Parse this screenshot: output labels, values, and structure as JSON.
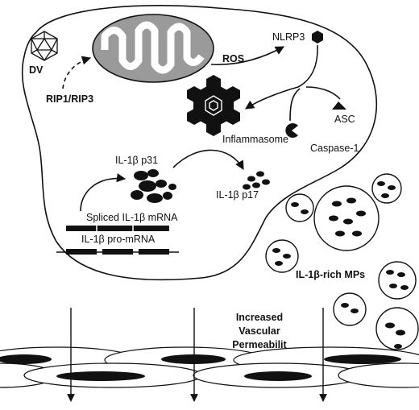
{
  "labels": {
    "virus": "DV",
    "rip": "RIP1/RIP3",
    "ros": "ROS",
    "nlrp3": "NLRP3",
    "asc": "ASC",
    "caspase": "Caspase-1",
    "inflammasome": "Inflammasome",
    "p31": "IL-1β p31",
    "p17": "IL-1β p17",
    "spliced_mrna": "Spliced IL-1β mRNA",
    "pro_mrna": "IL-1β pro-mRNA",
    "mps": "IL-1β-rich MPs",
    "permeability_1": "Increased",
    "permeability_2": "Vascular",
    "permeability_3": "Permeabilit"
  },
  "colors": {
    "outline": "#111111",
    "mitochondrion": "#9a9a9a",
    "fill_dark": "#111111",
    "background": "#ffffff"
  }
}
